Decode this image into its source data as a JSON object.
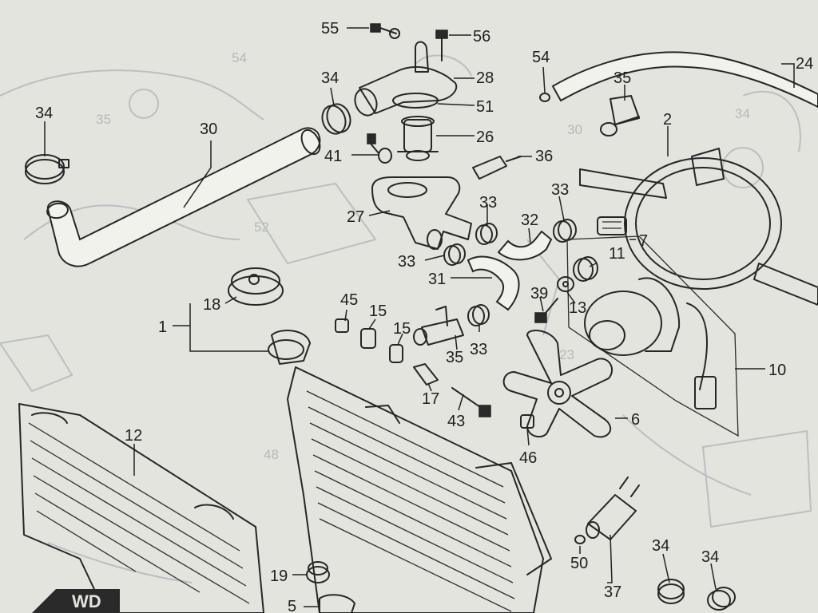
{
  "page_corner_text": "WD",
  "parts": [
    {
      "id": "p55",
      "number": "55"
    },
    {
      "id": "p56",
      "number": "56"
    },
    {
      "id": "p54",
      "number": "54"
    },
    {
      "id": "p24",
      "number": "24"
    },
    {
      "id": "p35a",
      "number": "35"
    },
    {
      "id": "p34a",
      "number": "34"
    },
    {
      "id": "p28",
      "number": "28"
    },
    {
      "id": "p34b",
      "number": "34"
    },
    {
      "id": "p30",
      "number": "30"
    },
    {
      "id": "p51",
      "number": "51"
    },
    {
      "id": "p2",
      "number": "2"
    },
    {
      "id": "p26",
      "number": "26"
    },
    {
      "id": "p41",
      "number": "41"
    },
    {
      "id": "p36",
      "number": "36"
    },
    {
      "id": "p33a",
      "number": "33"
    },
    {
      "id": "p33b",
      "number": "33"
    },
    {
      "id": "p27",
      "number": "27"
    },
    {
      "id": "p32",
      "number": "32"
    },
    {
      "id": "p7",
      "number": "7"
    },
    {
      "id": "p33c",
      "number": "33"
    },
    {
      "id": "p11",
      "number": "11"
    },
    {
      "id": "p31",
      "number": "31"
    },
    {
      "id": "p18",
      "number": "18"
    },
    {
      "id": "p39",
      "number": "39"
    },
    {
      "id": "p45",
      "number": "45"
    },
    {
      "id": "p1",
      "number": "1"
    },
    {
      "id": "p15a",
      "number": "15"
    },
    {
      "id": "p13",
      "number": "13"
    },
    {
      "id": "p15b",
      "number": "15"
    },
    {
      "id": "p35b",
      "number": "35"
    },
    {
      "id": "p33d",
      "number": "33"
    },
    {
      "id": "p10",
      "number": "10"
    },
    {
      "id": "p17",
      "number": "17"
    },
    {
      "id": "p43",
      "number": "43"
    },
    {
      "id": "p6",
      "number": "6"
    },
    {
      "id": "p12",
      "number": "12"
    },
    {
      "id": "p46",
      "number": "46"
    },
    {
      "id": "p34c",
      "number": "34"
    },
    {
      "id": "p34d",
      "number": "34"
    },
    {
      "id": "p19",
      "number": "19"
    },
    {
      "id": "p50",
      "number": "50"
    },
    {
      "id": "p37",
      "number": "37"
    },
    {
      "id": "p5",
      "number": "5"
    }
  ]
}
